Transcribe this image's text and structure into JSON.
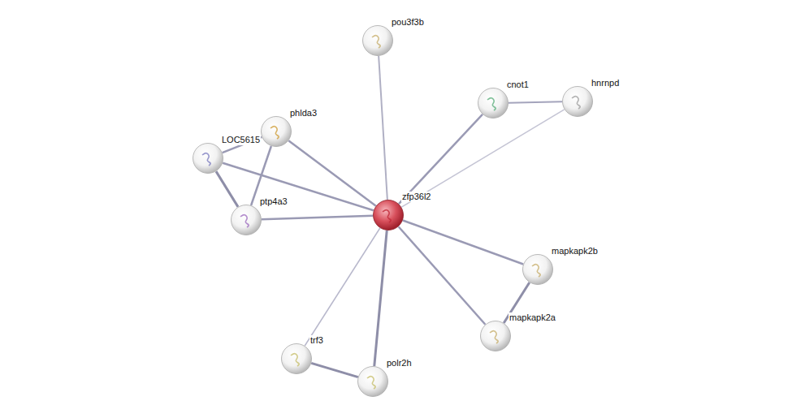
{
  "diagram": {
    "nodes": [
      {
        "text": [
          "pou3f3b"
        ]
      },
      {
        "text": [
          "cnot1"
        ]
      },
      {
        "text": [
          "hnrnpd"
        ]
      },
      {
        "text": [
          "phlda3"
        ]
      },
      {
        "text": [
          "LOC5615"
        ]
      },
      {
        "text": [
          "zfp36l2"
        ]
      },
      {
        "text": [
          "ptp4a3"
        ]
      },
      {
        "text": [
          "mapkapk2b"
        ]
      },
      {
        "text": [
          "mapkapk2a"
        ]
      },
      {
        "text": [
          "trf3"
        ]
      },
      {
        "text": [
          "polr2h"
        ]
      }
    ],
    "edges": [
      {
        "from": 5,
        "to": 0,
        "arrow": "none"
      },
      {
        "from": 5,
        "to": 1,
        "arrow": "none"
      },
      {
        "from": 5,
        "to": 2,
        "arrow": "none"
      },
      {
        "from": 5,
        "to": 3,
        "arrow": "none"
      },
      {
        "from": 5,
        "to": 4,
        "arrow": "none"
      },
      {
        "from": 5,
        "to": 6,
        "arrow": "none"
      },
      {
        "from": 5,
        "to": 7,
        "arrow": "none"
      },
      {
        "from": 5,
        "to": 8,
        "arrow": "none"
      },
      {
        "from": 5,
        "to": 9,
        "arrow": "none"
      },
      {
        "from": 5,
        "to": 10,
        "arrow": "none"
      },
      {
        "from": 1,
        "to": 2,
        "arrow": "none"
      },
      {
        "from": 4,
        "to": 3,
        "arrow": "none"
      },
      {
        "from": 4,
        "to": 6,
        "arrow": "none"
      },
      {
        "from": 3,
        "to": 6,
        "arrow": "none"
      },
      {
        "from": 7,
        "to": 8,
        "arrow": "none"
      },
      {
        "from": 9,
        "to": 10,
        "arrow": "none"
      }
    ]
  }
}
